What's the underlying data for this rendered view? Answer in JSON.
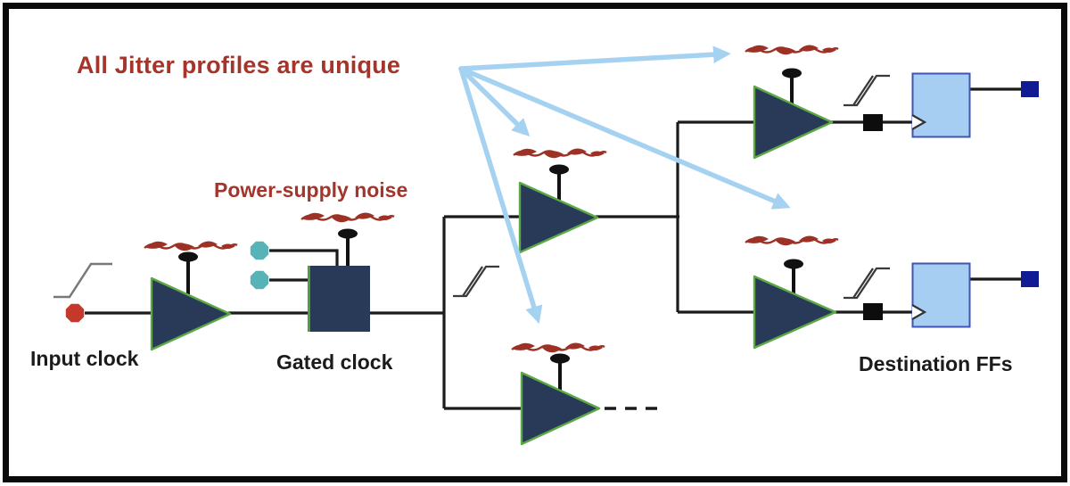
{
  "diagram": {
    "title": {
      "text": "All Jitter profiles are unique",
      "color": "#A5342B"
    },
    "annotations": {
      "power_supply_noise": "Power-supply noise"
    },
    "labels": {
      "input_clock": "Input clock",
      "gated_clock": "Gated clock",
      "destination_ffs": "Destination FFs"
    },
    "colors": {
      "annotation_red": "#A5342B",
      "jitter_red": "#9E3125",
      "buffer_navy": "#283A58",
      "buffer_edge_green": "#5BA844",
      "fanout_arrow_blue": "#A6D2F2",
      "enable_node_teal": "#58B3B6",
      "input_node_red": "#C5392A",
      "ff_fill_blue": "#A5CEF2",
      "ff_border_blue": "#4153B4",
      "output_square_navy": "#111C94",
      "wire_black": "#1B1B1B",
      "frame_black": "#0A0A0A",
      "slew_gray": "#787878"
    },
    "icons": {
      "jitter-noise-icon": "red wavy noise squiggle",
      "antenna-icon": "noise injection antenna (stem + black cap)",
      "clock-buffer-icon": "navy triangle buffer with green edge",
      "slew-rate-icon": "slanted rising-edge waveform symbol",
      "gated-clock-block": "navy square clock gate",
      "enable-node-icon": "teal octagon enable input",
      "input-node-icon": "red octagon clock source",
      "flip-flop-icon": "light blue D flip-flop box with clock chevron",
      "output-square-icon": "small navy output square",
      "fanout-arrow-icon": "light blue annotation arrow",
      "continuation-dots-icon": "dashed line continuation"
    },
    "structure": {
      "buffer_count": 5,
      "destination_ff_count": 2,
      "jitter_profile_count": 6,
      "fanout_arrow_count": 4
    }
  }
}
